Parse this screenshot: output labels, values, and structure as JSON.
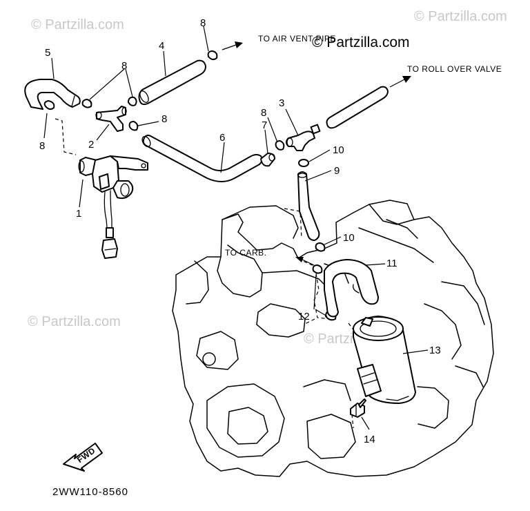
{
  "watermarks": [
    "© Partzilla.com",
    "© Partzilla.com",
    "© Partzilla.com",
    "© Partzilla.com",
    "© Partzilla.com"
  ],
  "callouts": {
    "c1": "1",
    "c2": "2",
    "c3": "3",
    "c4": "4",
    "c5": "5",
    "c6": "6",
    "c7": "7",
    "c8a": "8",
    "c8b": "8",
    "c8c": "8",
    "c8d": "8",
    "c8e": "8",
    "c9": "9",
    "c10a": "10",
    "c10b": "10",
    "c11": "11",
    "c12": "12",
    "c13": "13",
    "c14": "14"
  },
  "labels": {
    "air_vent": "TO AIR VENT PIPE",
    "roll_over": "TO ROLL OVER VALVE",
    "carb": "TO CARB.",
    "fwd": "FWD",
    "diagram_code": "2WW110-8560"
  }
}
